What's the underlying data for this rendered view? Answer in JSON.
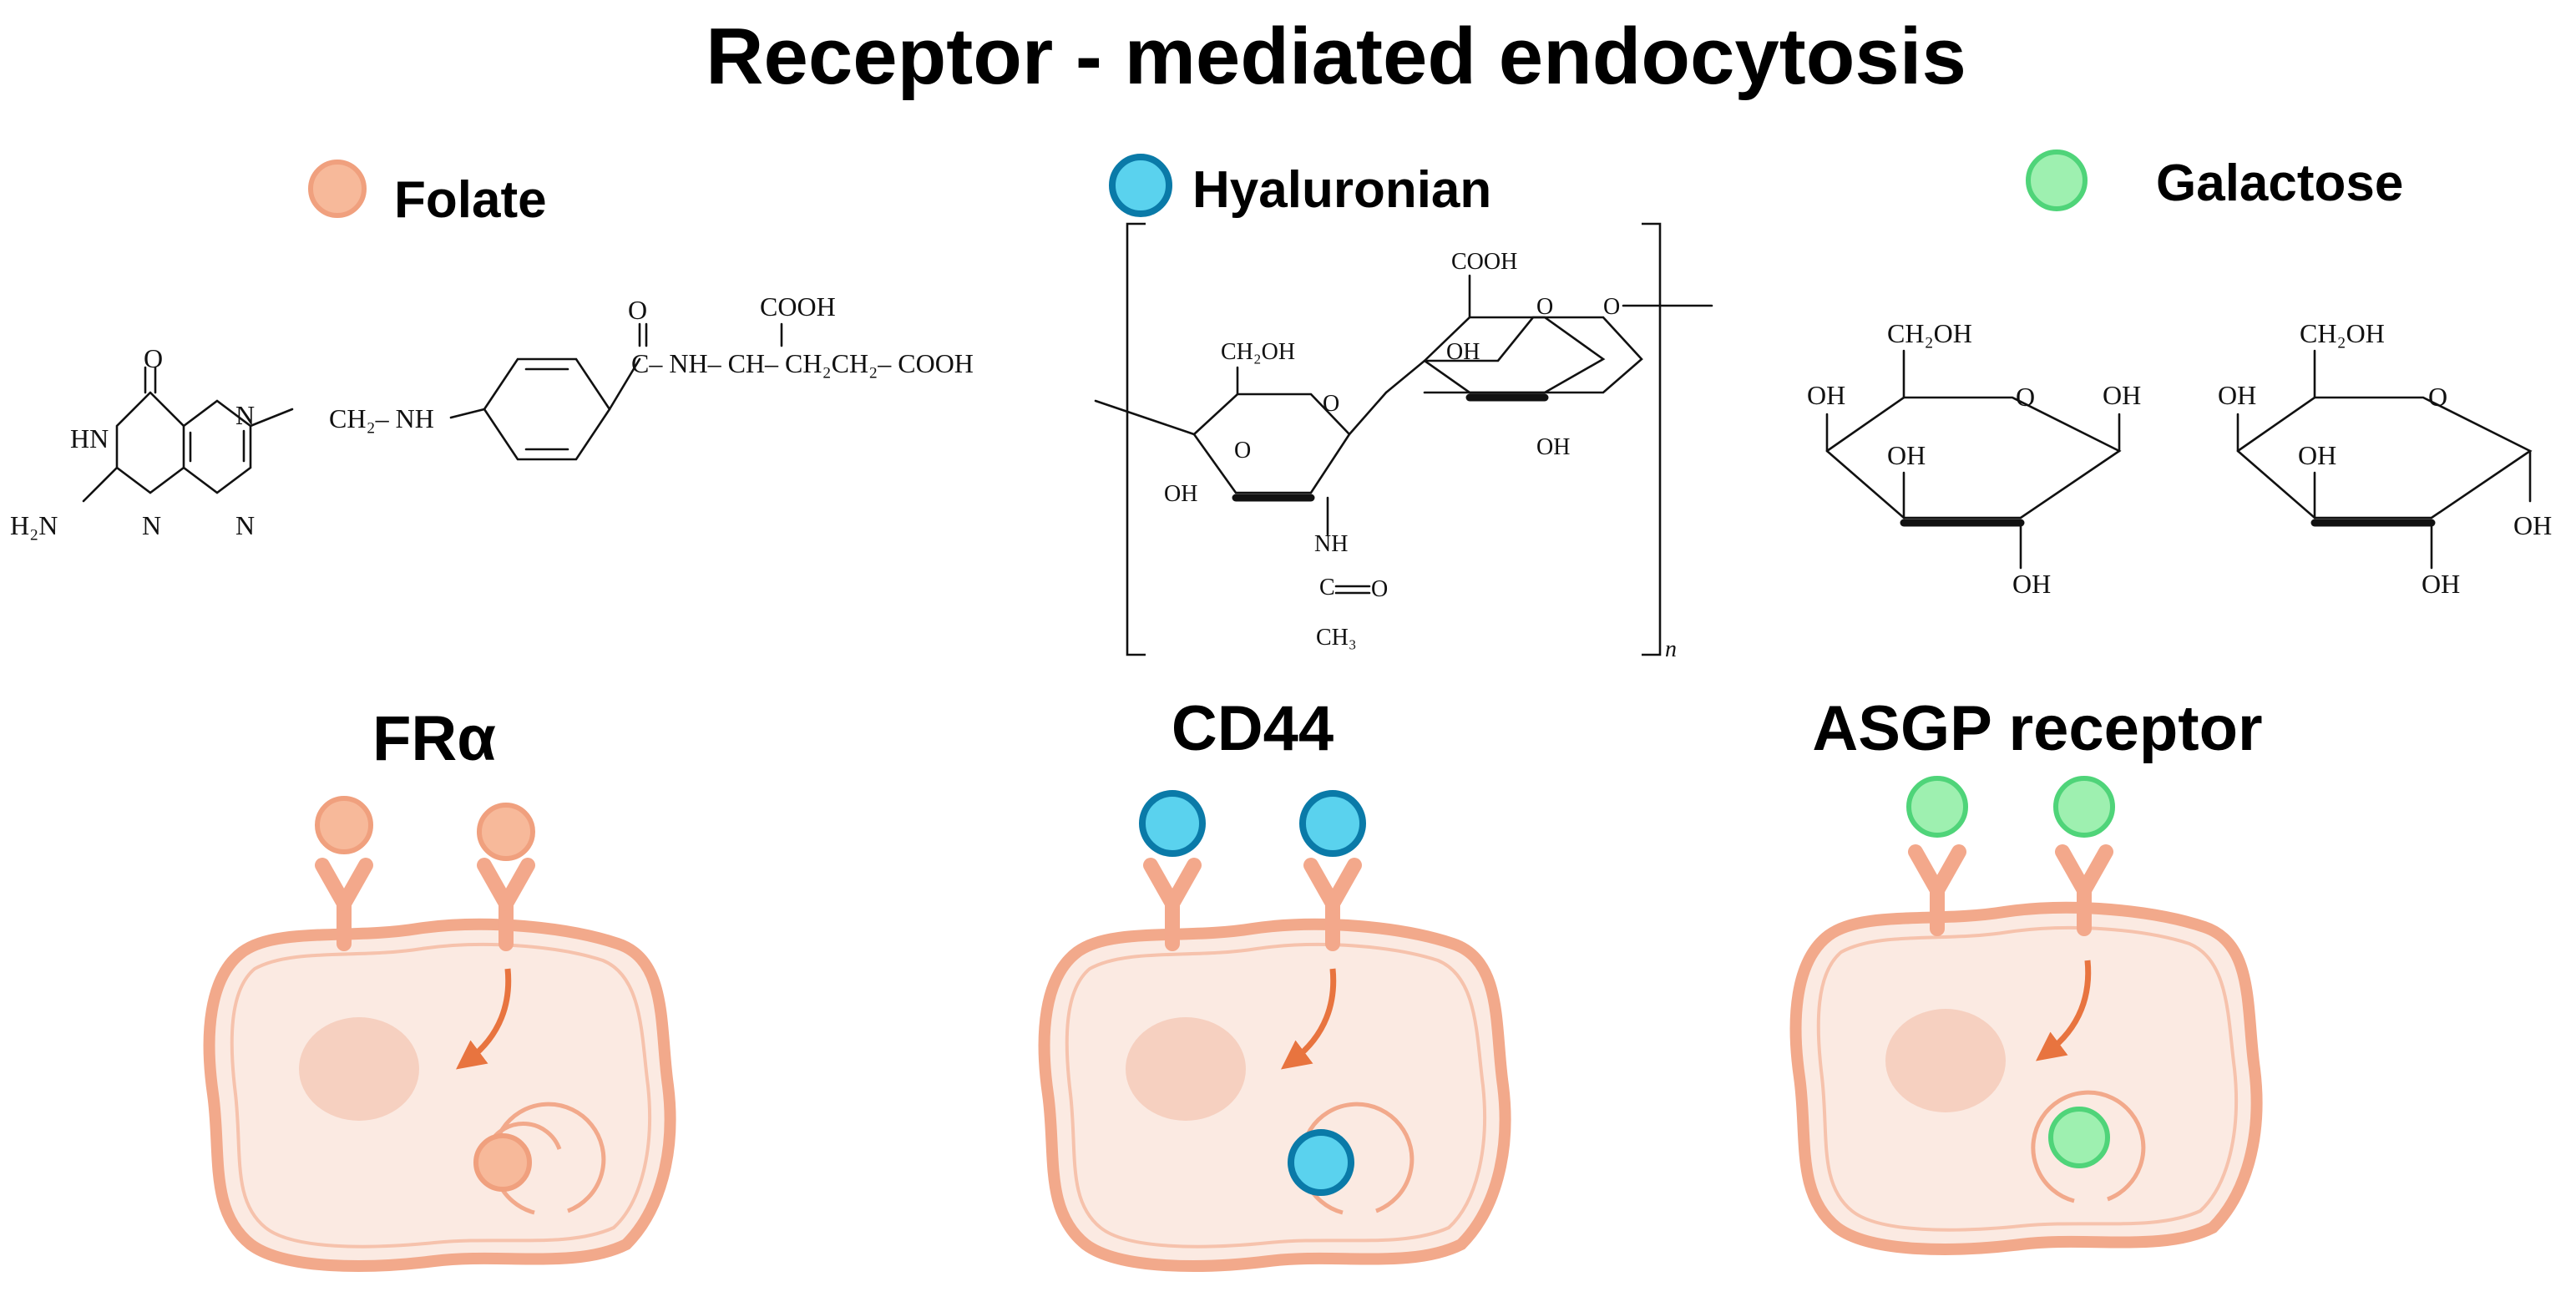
{
  "title": "Receptor - mediated endocytosis",
  "ligands": [
    {
      "label": "Folate",
      "fill": "#f7b99a",
      "stroke": "#f0a07e"
    },
    {
      "label": "Hyaluronian",
      "fill": "#5ad2ee",
      "stroke": "#0a7aa8"
    },
    {
      "label": "Galactose",
      "fill": "#9ef0b0",
      "stroke": "#4fd479"
    }
  ],
  "receptors": [
    "FRα",
    "CD44",
    "ASGP receptor"
  ],
  "colors": {
    "cell_fill": "#fbeae2",
    "cell_stroke": "#f2a98b",
    "receptor_color": "#f3a88b",
    "arrow": "#e8743f",
    "nucleus": "#f6d0c0"
  },
  "folate_structure": {
    "O": "O",
    "HN": "HN",
    "H2N": "H₂N",
    "N": "N",
    "CH2NH": "CH₂– NH",
    "CNH": "C– NH– CH– CH₂CH₂– COOH",
    "COOH": "COOH"
  },
  "hyaluronan_structure": {
    "COOH": "COOH",
    "O": "O",
    "OH": "OH",
    "CH2OH": "CH₂OH",
    "NH": "NH",
    "C": "C",
    "CH3": "CH₃",
    "n": "n"
  },
  "galactose_structure": {
    "CH2OH": "CH₂OH",
    "O": "O",
    "OH": "OH"
  }
}
